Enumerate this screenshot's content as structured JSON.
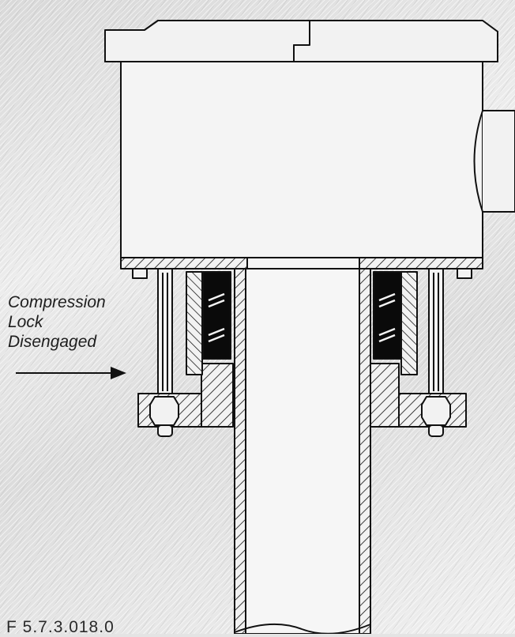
{
  "callout": {
    "line1": "Compression",
    "line2": "Lock",
    "line3": "Disengaged"
  },
  "figure_code": "F 5.7.3.018.0",
  "colors": {
    "line": "#111111",
    "seal": "#0a0a0a",
    "background": "#e4e4e4"
  },
  "icons": [
    "arrow-right-icon"
  ]
}
